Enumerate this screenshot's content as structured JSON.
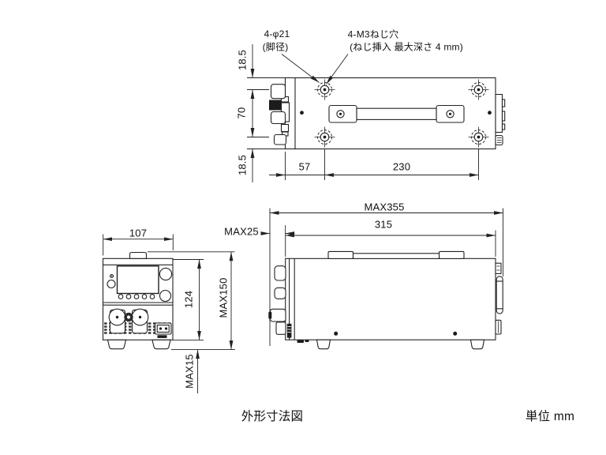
{
  "drawing": {
    "title": "外形寸法図",
    "unit": "単位 mm",
    "notes": {
      "feet": {
        "line1": "4-φ21",
        "line2": "(脚径)"
      },
      "screws": {
        "line1": "4-M3ねじ穴",
        "line2": "(ねじ挿入 最大深さ 4 mm)"
      }
    },
    "top_view": {
      "margin_top": "18.5",
      "feet_pitch_depth": "70",
      "margin_bottom": "18.5",
      "front_to_foot": "57",
      "feet_pitch_length": "230"
    },
    "front_view": {
      "width": "107",
      "body_height": "124",
      "max_height": "MAX150",
      "foot_height": "MAX15"
    },
    "side_view": {
      "max_length": "MAX355",
      "body_length": "315",
      "front_protrusion": "MAX25"
    },
    "colors": {
      "line": "#222222",
      "background": "#ffffff"
    }
  }
}
